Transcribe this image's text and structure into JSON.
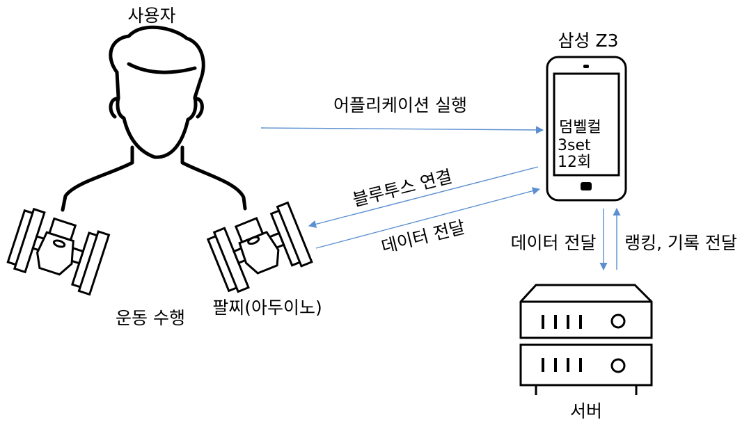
{
  "nodes": {
    "user": "사용자",
    "phone": "삼성 Z3",
    "server": "서버",
    "band": "팔찌(아두이노)",
    "exercise": "운동 수행"
  },
  "phone_screen": {
    "exercise": "덤벨컬",
    "sets": "3set",
    "reps": "12회"
  },
  "edges": {
    "run_app": "어플리케이션 실행",
    "bluetooth": "블루투스 연결",
    "band_to_phone": "데이터 전달",
    "phone_to_server": "데이터 전달",
    "server_to_phone": "랭킹, 기록 전달"
  },
  "colors": {
    "arrow": "#5b8fd0",
    "outline": "#000000"
  }
}
